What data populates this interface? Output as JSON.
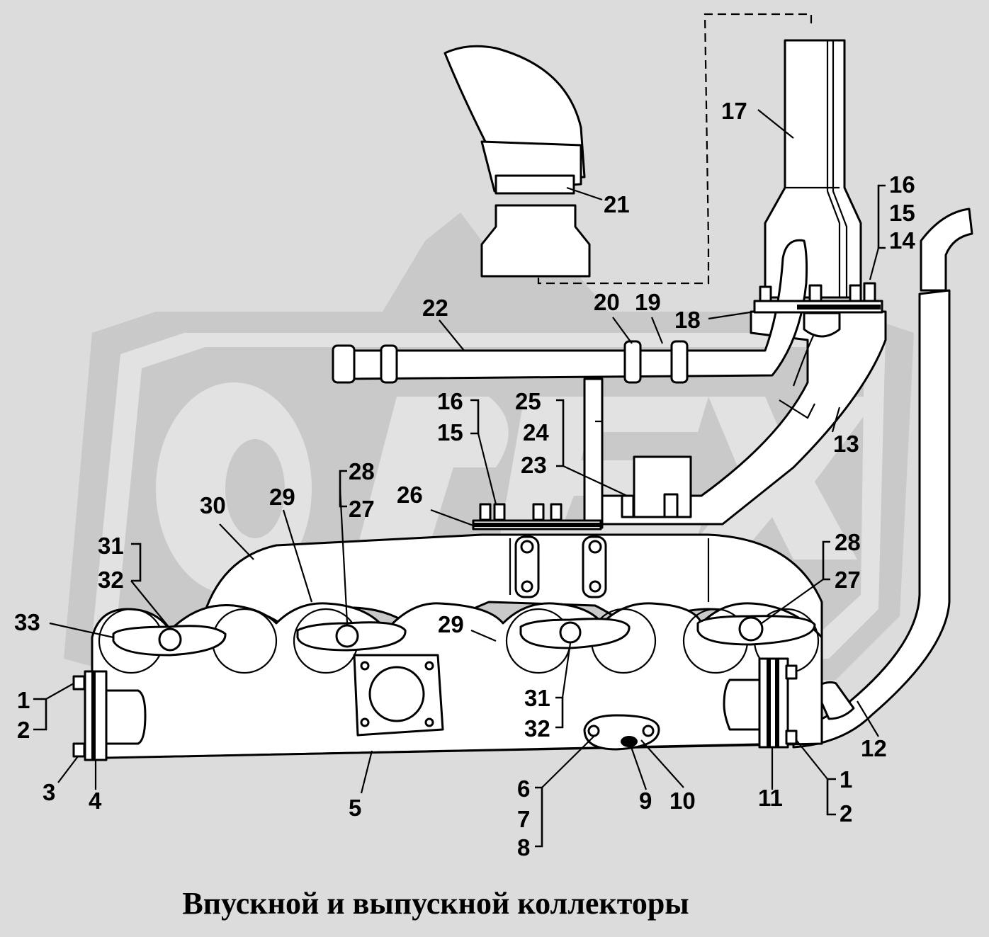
{
  "title": "Впускной и выпускной коллекторы",
  "watermark": "OPEX",
  "callouts": {
    "c1a": "1",
    "c2a": "2",
    "c3": "3",
    "c4": "4",
    "c5": "5",
    "c6": "6",
    "c7": "7",
    "c8": "8",
    "c9": "9",
    "c10": "10",
    "c11": "11",
    "c1b": "1",
    "c2b": "2",
    "c12": "12",
    "c13": "13",
    "c14": "14",
    "c15a": "15",
    "c16a": "16",
    "c17": "17",
    "c18": "18",
    "c19": "19",
    "c20": "20",
    "c21": "21",
    "c22": "22",
    "c16b": "16",
    "c15b": "15",
    "c25": "25",
    "c24": "24",
    "c23": "23",
    "c26": "26",
    "c28a": "28",
    "c27a": "27",
    "c30": "30",
    "c29a": "29",
    "c31a": "31",
    "c32a": "32",
    "c33": "33",
    "c29b": "29",
    "c31b": "31",
    "c32b": "32",
    "c28b": "28",
    "c27b": "27"
  },
  "colors": {
    "background": "#dcdcdc",
    "watermark": "#c9c9c9",
    "line": "#000000",
    "part_fill": "#ffffff"
  }
}
